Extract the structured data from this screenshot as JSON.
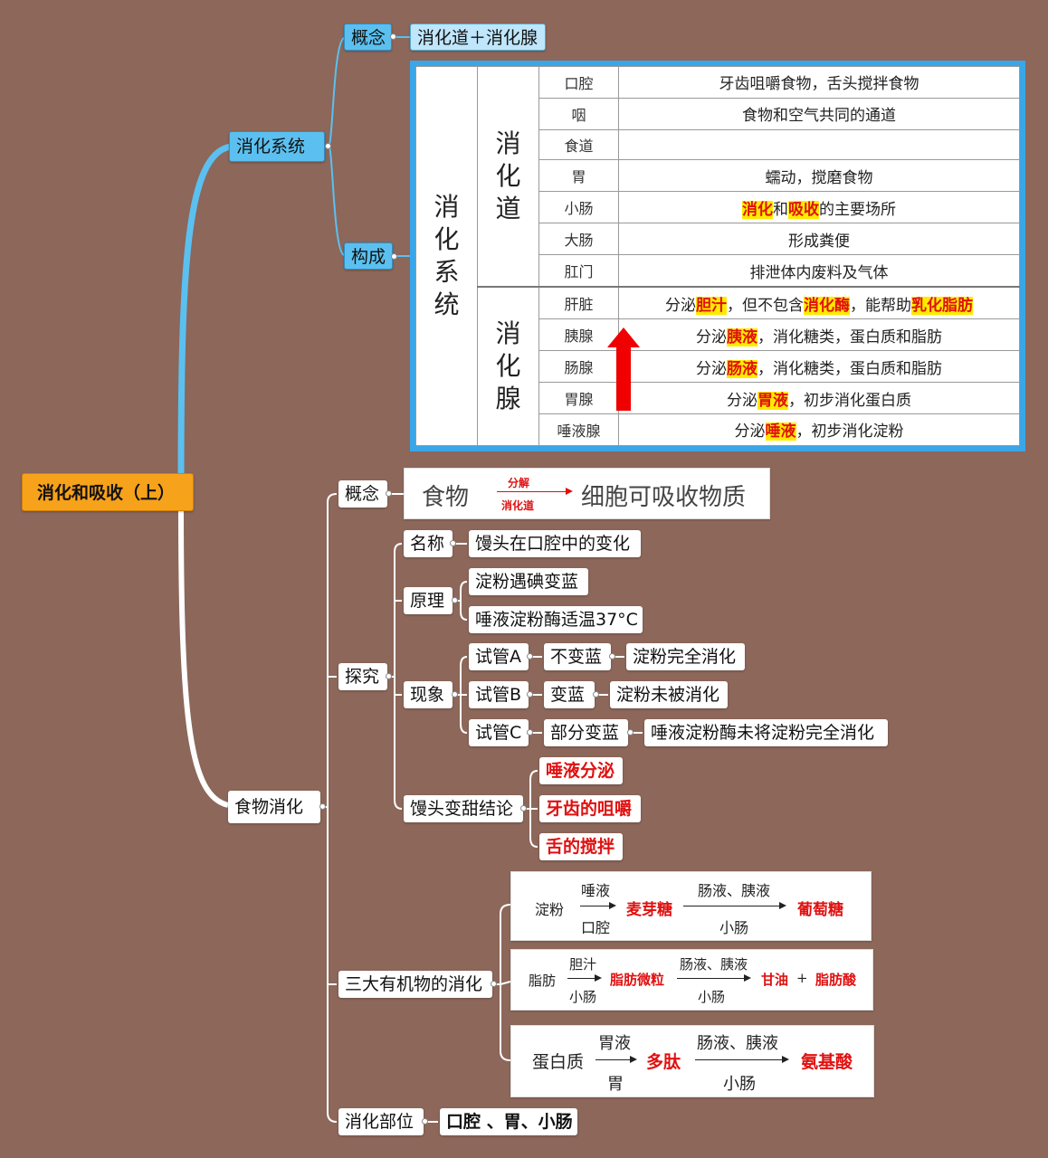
{
  "root": "消化和吸收（上）",
  "system": {
    "label": "消化系统",
    "concept_label": "概念",
    "concept_value": "消化道＋消化腺",
    "composition_label": "构成",
    "table": {
      "system_label": "消化系统",
      "tract_label": "消化道",
      "gland_label": "消化腺",
      "tract_rows": [
        {
          "organ": "口腔",
          "desc": "牙齿咀嚼食物，舌头搅拌食物"
        },
        {
          "organ": "咽",
          "desc": "食物和空气共同的通道"
        },
        {
          "organ": "食道",
          "desc": ""
        },
        {
          "organ": "胃",
          "desc": "蠕动，搅磨食物"
        },
        {
          "organ": "小肠",
          "desc_parts": [
            "消化",
            "和",
            "吸收",
            "的主要场所"
          ]
        },
        {
          "organ": "大肠",
          "desc": "形成粪便"
        },
        {
          "organ": "肛门",
          "desc": "排泄体内废料及气体"
        }
      ],
      "gland_rows": [
        {
          "organ": "肝脏",
          "desc_parts": [
            "分泌",
            "胆汁",
            "，但不包含",
            "消化酶",
            "，能帮助",
            "乳化脂肪"
          ]
        },
        {
          "organ": "胰腺",
          "desc_parts": [
            "分泌",
            "胰液",
            "，消化糖类，蛋白质和脂肪"
          ]
        },
        {
          "organ": "肠腺",
          "desc_parts": [
            "分泌",
            "肠液",
            "，消化糖类，蛋白质和脂肪"
          ]
        },
        {
          "organ": "胃腺",
          "desc_parts": [
            "分泌",
            "胃液",
            "，初步消化蛋白质"
          ]
        },
        {
          "organ": "唾液腺",
          "desc_parts": [
            "分泌",
            "唾液",
            "，初步消化淀粉"
          ]
        }
      ]
    }
  },
  "digestion": {
    "label": "食物消化",
    "concept_label": "概念",
    "concept": {
      "left": "食物",
      "arrow_top": "分解",
      "arrow_bottom": "消化道",
      "right": "细胞可吸收物质"
    },
    "explore_label": "探究",
    "name_label": "名称",
    "name_value": "馒头在口腔中的变化",
    "principle_label": "原理",
    "principle_items": [
      "淀粉遇碘变蓝",
      "唾液淀粉酶适温37°C"
    ],
    "phenomenon_label": "现象",
    "tubes": [
      {
        "tube": "试管A",
        "result": "不变蓝",
        "conclusion": "淀粉完全消化"
      },
      {
        "tube": "试管B",
        "result": "变蓝",
        "conclusion": "淀粉未被消化"
      },
      {
        "tube": "试管C",
        "result": "部分变蓝",
        "conclusion": "唾液淀粉酶未将淀粉完全消化"
      }
    ],
    "sweet_label": "馒头变甜结论",
    "sweet_items": [
      "唾液分泌",
      "牙齿的咀嚼",
      "舌的搅拌"
    ],
    "organics_label": "三大有机物的消化",
    "starch": {
      "start": "淀粉",
      "a1_top": "唾液",
      "a1_bottom": "口腔",
      "mid": "麦芽糖",
      "a2_top": "肠液、胰液",
      "a2_bottom": "小肠",
      "end": "葡萄糖"
    },
    "fat": {
      "start": "脂肪",
      "a1_top": "胆汁",
      "a1_bottom": "小肠",
      "mid": "脂肪微粒",
      "a2_top": "肠液、胰液",
      "a2_bottom": "小肠",
      "end1": "甘油",
      "plus": "+",
      "end2": "脂肪酸"
    },
    "protein": {
      "start": "蛋白质",
      "a1_top": "胃液",
      "a1_bottom": "胃",
      "mid": "多肽",
      "a2_top": "肠液、胰液",
      "a2_bottom": "小肠",
      "end": "氨基酸"
    },
    "site_label": "消化部位",
    "site_value": "口腔 、胃、小肠"
  }
}
